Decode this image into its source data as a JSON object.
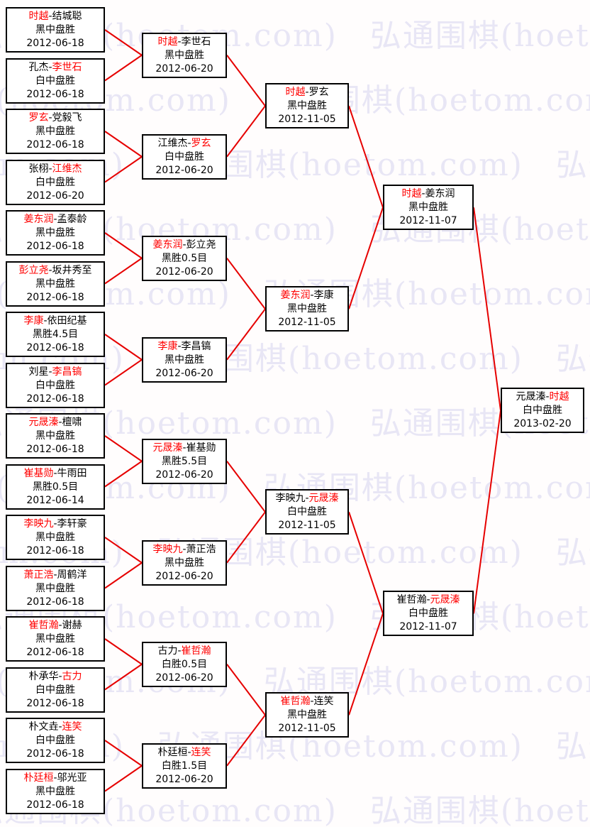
{
  "watermark": {
    "text": "弘通围棋(hoetom.com)"
  },
  "colors": {
    "winner": "#ff0000",
    "connector": "#e60000",
    "border": "#000000"
  },
  "bracket": {
    "rounds": [
      {
        "name": "round-of-32",
        "matches": [
          {
            "p1": "时越",
            "p2": "结城聪",
            "winner": 1,
            "result": "黑中盘胜",
            "date": "2012-06-18"
          },
          {
            "p1": "孔杰",
            "p2": "李世石",
            "winner": 2,
            "result": "白中盘胜",
            "date": "2012-06-18"
          },
          {
            "p1": "罗玄",
            "p2": "党毅飞",
            "winner": 1,
            "result": "黑中盘胜",
            "date": "2012-06-18"
          },
          {
            "p1": "张栩",
            "p2": "江维杰",
            "winner": 2,
            "result": "白中盘胜",
            "date": "2012-06-20"
          },
          {
            "p1": "姜东润",
            "p2": "孟泰龄",
            "winner": 1,
            "result": "黑中盘胜",
            "date": "2012-06-18"
          },
          {
            "p1": "彭立尧",
            "p2": "坂井秀至",
            "winner": 1,
            "result": "黑中盘胜",
            "date": "2012-06-18"
          },
          {
            "p1": "李康",
            "p2": "依田纪基",
            "winner": 1,
            "result": "黑胜4.5目",
            "date": "2012-06-18"
          },
          {
            "p1": "刘星",
            "p2": "李昌镐",
            "winner": 2,
            "result": "白中盘胜",
            "date": "2012-06-18"
          },
          {
            "p1": "元晟溱",
            "p2": "檀啸",
            "winner": 1,
            "result": "黑中盘胜",
            "date": "2012-06-18"
          },
          {
            "p1": "崔基勋",
            "p2": "牛雨田",
            "winner": 1,
            "result": "黑胜0.5目",
            "date": "2012-06-14"
          },
          {
            "p1": "李映九",
            "p2": "李轩豪",
            "winner": 1,
            "result": "黑中盘胜",
            "date": "2012-06-18"
          },
          {
            "p1": "萧正浩",
            "p2": "周鹤洋",
            "winner": 1,
            "result": "黑中盘胜",
            "date": "2012-06-18"
          },
          {
            "p1": "崔哲瀚",
            "p2": "谢赫",
            "winner": 1,
            "result": "黑中盘胜",
            "date": "2012-06-18"
          },
          {
            "p1": "朴承华",
            "p2": "古力",
            "winner": 2,
            "result": "白中盘胜",
            "date": "2012-06-18"
          },
          {
            "p1": "朴文垚",
            "p2": "连笑",
            "winner": 2,
            "result": "白中盘胜",
            "date": "2012-06-18"
          },
          {
            "p1": "朴廷桓",
            "p2": "邬光亚",
            "winner": 1,
            "result": "黑中盘胜",
            "date": "2012-06-18"
          }
        ]
      },
      {
        "name": "round-of-16",
        "matches": [
          {
            "p1": "时越",
            "p2": "李世石",
            "winner": 1,
            "result": "黑中盘胜",
            "date": "2012-06-20"
          },
          {
            "p1": "江维杰",
            "p2": "罗玄",
            "winner": 2,
            "result": "白中盘胜",
            "date": "2012-06-20"
          },
          {
            "p1": "姜东润",
            "p2": "彭立尧",
            "winner": 1,
            "result": "黑胜0.5目",
            "date": "2012-06-20"
          },
          {
            "p1": "李康",
            "p2": "李昌镐",
            "winner": 1,
            "result": "黑中盘胜",
            "date": "2012-06-20"
          },
          {
            "p1": "元晟溱",
            "p2": "崔基勋",
            "winner": 1,
            "result": "黑胜5.5目",
            "date": "2012-06-20"
          },
          {
            "p1": "李映九",
            "p2": "萧正浩",
            "winner": 1,
            "result": "黑中盘胜",
            "date": "2012-06-20"
          },
          {
            "p1": "古力",
            "p2": "崔哲瀚",
            "winner": 2,
            "result": "白胜0.5目",
            "date": "2012-06-20"
          },
          {
            "p1": "朴廷桓",
            "p2": "连笑",
            "winner": 2,
            "result": "白胜1.5目",
            "date": "2012-06-20"
          }
        ]
      },
      {
        "name": "quarterfinals",
        "matches": [
          {
            "p1": "时越",
            "p2": "罗玄",
            "winner": 1,
            "result": "黑中盘胜",
            "date": "2012-11-05"
          },
          {
            "p1": "姜东润",
            "p2": "李康",
            "winner": 1,
            "result": "黑中盘胜",
            "date": "2012-11-05"
          },
          {
            "p1": "李映九",
            "p2": "元晟溱",
            "winner": 2,
            "result": "白中盘胜",
            "date": "2012-11-05"
          },
          {
            "p1": "崔哲瀚",
            "p2": "连笑",
            "winner": 1,
            "result": "黑中盘胜",
            "date": "2012-11-05"
          }
        ]
      },
      {
        "name": "semifinals",
        "matches": [
          {
            "p1": "时越",
            "p2": "姜东润",
            "winner": 1,
            "result": "黑中盘胜",
            "date": "2012-11-07"
          },
          {
            "p1": "崔哲瀚",
            "p2": "元晟溱",
            "winner": 2,
            "result": "白中盘胜",
            "date": "2012-11-07"
          }
        ]
      },
      {
        "name": "final",
        "matches": [
          {
            "p1": "元晟溱",
            "p2": "时越",
            "winner": 2,
            "result": "白中盘胜",
            "date": "2013-02-20"
          }
        ]
      }
    ]
  }
}
